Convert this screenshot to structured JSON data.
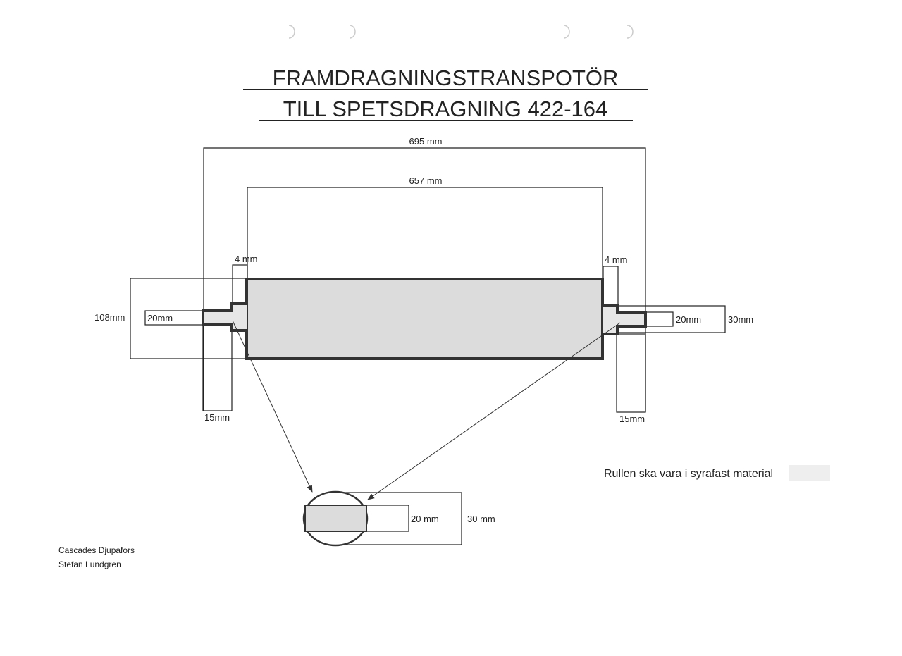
{
  "title": {
    "line1": "FRAMDRAGNINGSTRANSPOTÖR",
    "line2": "TILL SPETSDRAGNING 422-164"
  },
  "dimensions": {
    "overall_length": "695 mm",
    "roll_length": "657 mm",
    "left_collar": "4 mm",
    "right_collar": "4 mm",
    "roll_diameter": "108mm",
    "left_shaft_diameter": "20mm",
    "right_shaft_diameter": "20mm",
    "right_collar_diameter": "30mm",
    "left_shaft_length": "15mm",
    "right_shaft_length": "15mm"
  },
  "detail": {
    "inner_diameter": "20 mm",
    "outer_diameter": "30 mm"
  },
  "note": "Rullen ska vara i syrafast material",
  "author": {
    "company": "Cascades Djupafors",
    "name": "Stefan Lundgren"
  },
  "colors": {
    "roll_fill": "#dcdcdc",
    "line": "#222222"
  }
}
